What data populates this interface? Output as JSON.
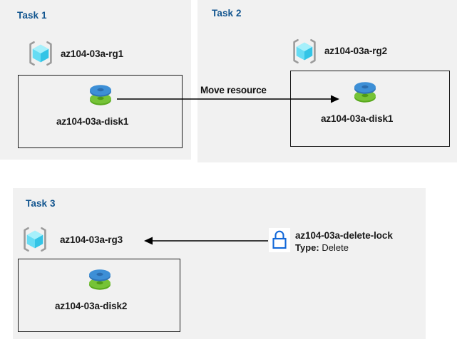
{
  "diagram": {
    "title": "Azure resource group tasks diagram",
    "background_color": "#ffffff",
    "panel_color": "#f1f1f1",
    "title_color": "#12558f"
  },
  "panels": [
    {
      "id": "task1",
      "title": "Task 1",
      "resource_group": {
        "label": "az104-03a-rg1",
        "icon": "resource-group-icon"
      },
      "resources": [
        {
          "label": "az104-03a-disk1",
          "icon": "managed-disk-icon"
        }
      ]
    },
    {
      "id": "task2",
      "title": "Task 2",
      "resource_group": {
        "label": "az104-03a-rg2",
        "icon": "resource-group-icon"
      },
      "resources": [
        {
          "label": "az104-03a-disk1",
          "icon": "managed-disk-icon"
        }
      ]
    },
    {
      "id": "task3",
      "title": "Task 3",
      "resource_group": {
        "label": "az104-03a-rg3",
        "icon": "resource-group-icon"
      },
      "resources": [
        {
          "label": "az104-03a-disk2",
          "icon": "managed-disk-icon"
        }
      ],
      "lock": {
        "icon": "lock-icon",
        "label": "az104-03a-delete-lock",
        "type_key": "Type:",
        "type_value": "Delete"
      }
    }
  ],
  "connectors": [
    {
      "id": "move-resource",
      "label": "Move resource",
      "from": "az104-03a-disk1 (Task 1)",
      "to": "az104-03a-disk1 (Task 2)",
      "direction": "right"
    },
    {
      "id": "lock-applies-to-rg3",
      "label": "",
      "from": "az104-03a-delete-lock",
      "to": "az104-03a-rg3",
      "direction": "left"
    }
  ],
  "colors": {
    "panel_background": "#f1f1f1",
    "task_title": "#12558f",
    "disk_top": "#3d8fd6",
    "disk_bottom": "#6cb52d",
    "rg_cube_light": "#7fe6f7",
    "rg_cube_mid": "#4fd2ee",
    "rg_cube_dark": "#2fb2d8",
    "rg_bracket": "#9b9b9b",
    "lock_outline": "#1268d9",
    "line": "#000000"
  }
}
